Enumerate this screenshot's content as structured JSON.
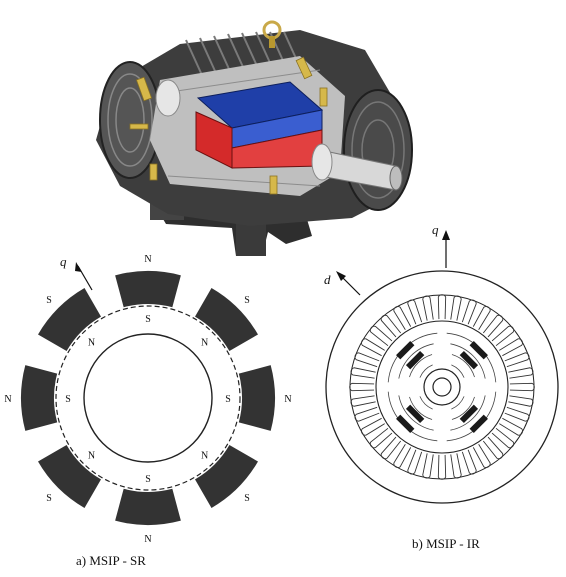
{
  "motor_illustration": {
    "colors": {
      "housing": "#3d3d3d",
      "magnet_blue": "#1f3fa8",
      "magnet_red": "#d42a2a",
      "shaft": "#d8d8d8",
      "brass": "#d6b84a"
    }
  },
  "figure_a": {
    "caption": "a) MSIP - SR",
    "axis_q": "q",
    "outer_labels": [
      "N",
      "S",
      "N",
      "S",
      "N",
      "S",
      "N",
      "S"
    ],
    "inner_labels": [
      "S",
      "N",
      "S",
      "N",
      "S",
      "N",
      "S",
      "N"
    ]
  },
  "figure_b": {
    "caption": "b) MSIP - IR",
    "axis_q": "q",
    "axis_d": "d"
  }
}
